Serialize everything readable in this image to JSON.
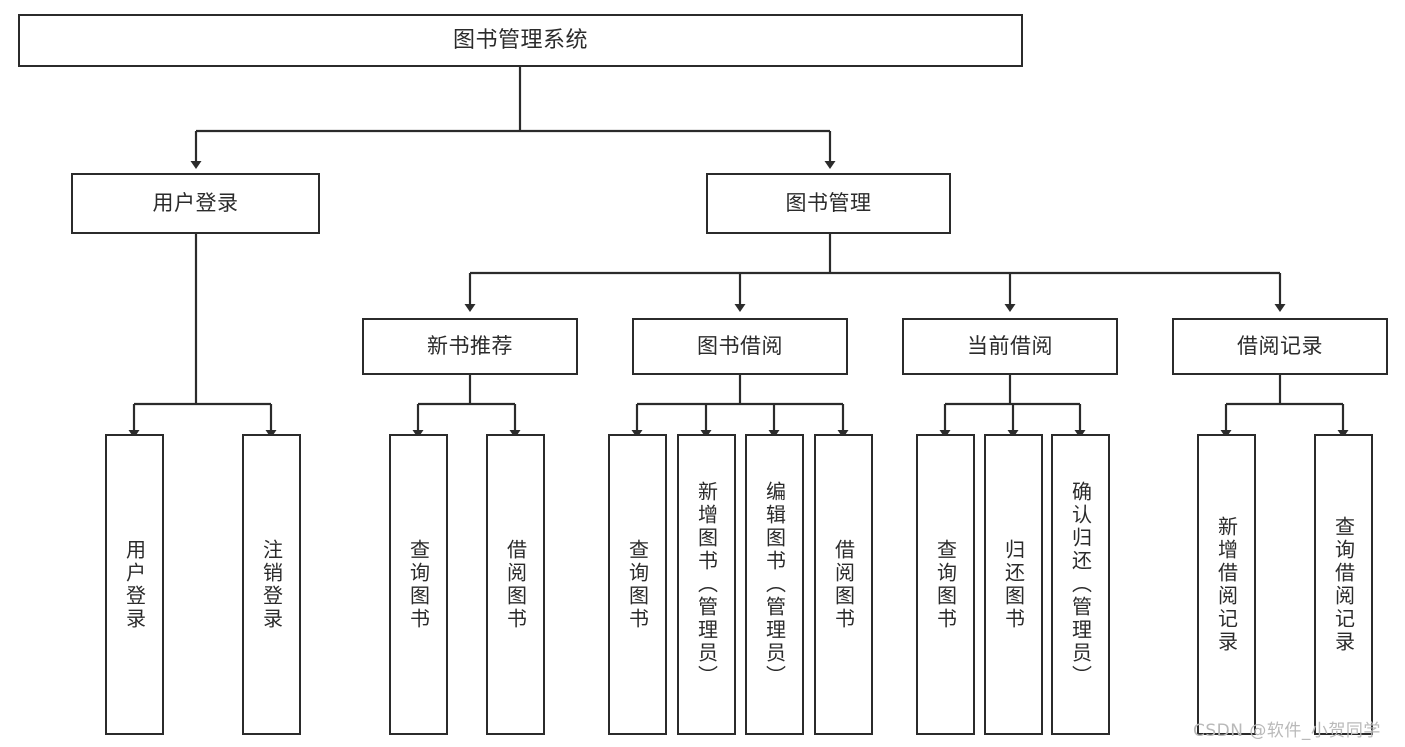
{
  "diagram": {
    "title": "图书管理系统",
    "type": "tree-hierarchy-chart",
    "colors": {
      "box_border": "#2b2b2b",
      "box_fill": "#ffffff",
      "connector": "#2b2b2b",
      "watermark": "#b9b9b9",
      "background": "#ffffff"
    },
    "root": {
      "label": "图书管理系统"
    },
    "level2": [
      {
        "label": "用户登录"
      },
      {
        "label": "图书管理"
      }
    ],
    "level3": [
      {
        "label": "新书推荐"
      },
      {
        "label": "图书借阅"
      },
      {
        "label": "当前借阅"
      },
      {
        "label": "借阅记录"
      }
    ],
    "leaves": {
      "user_login": [
        {
          "label": "用户登录"
        },
        {
          "label": "注销登录"
        }
      ],
      "new_book_recommend": [
        {
          "label": "查询图书"
        },
        {
          "label": "借阅图书"
        }
      ],
      "book_borrow": [
        {
          "label": "查询图书"
        },
        {
          "label": "新增图书（管理员）"
        },
        {
          "label": "编辑图书（管理员）"
        },
        {
          "label": "借阅图书"
        }
      ],
      "current_borrow": [
        {
          "label": "查询图书"
        },
        {
          "label": "归还图书"
        },
        {
          "label": "确认归还（管理员）"
        }
      ],
      "borrow_record": [
        {
          "label": "新增借阅记录"
        },
        {
          "label": "查询借阅记录"
        }
      ]
    }
  },
  "watermark": {
    "text": "CSDN @软件_小贺同学"
  }
}
